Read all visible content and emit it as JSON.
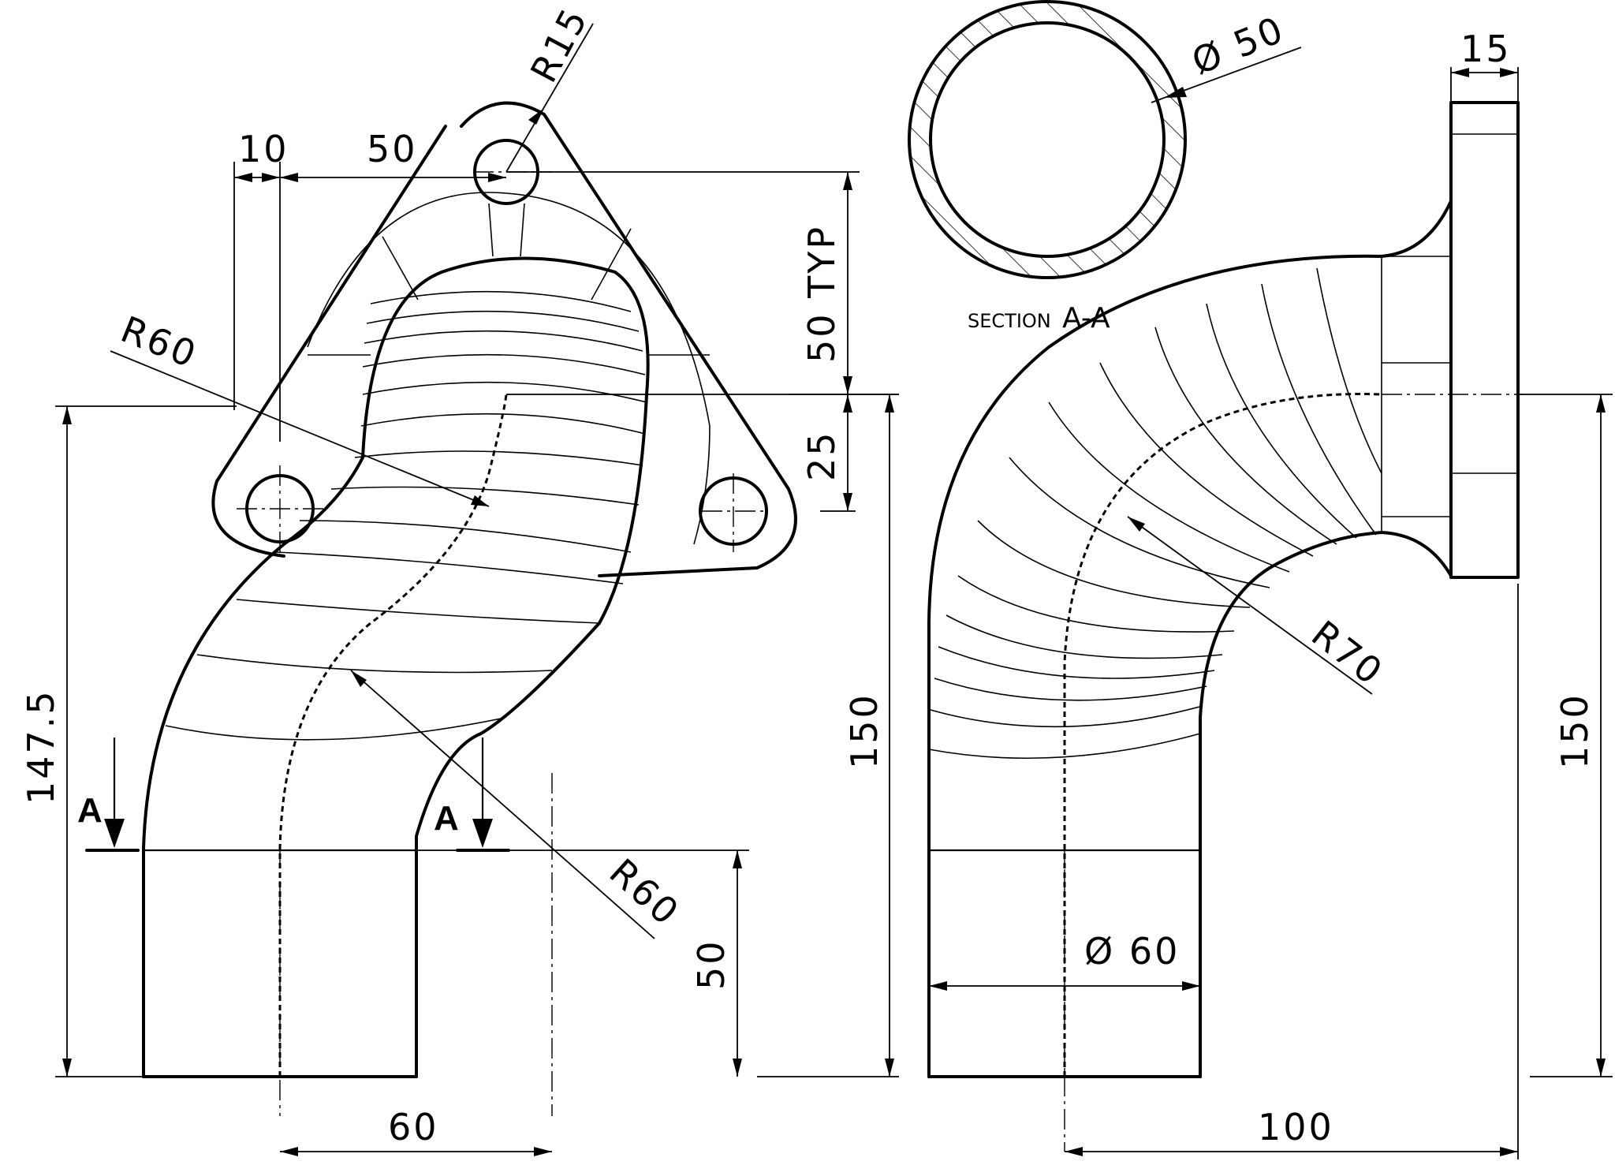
{
  "dimensions": {
    "d10": "10",
    "d50": "50",
    "r15": "R15",
    "typ": "50 TYP",
    "r60_upper": "R60",
    "d25": "25",
    "d147": "147.5",
    "d150_left": "150",
    "r60_lower": "R60",
    "d50_bottom": "50",
    "d60": "60",
    "dia50": "Ø 50",
    "d15": "15",
    "r70": "R70",
    "d150_right": "150",
    "dia60": "Ø 60",
    "d100": "100"
  },
  "labels": {
    "section_left": "A",
    "section_right": "A",
    "section_caption_word": "SECTION",
    "section_caption_id": "A-A"
  },
  "colors": {
    "ink": "#000000",
    "paper": "#ffffff"
  }
}
